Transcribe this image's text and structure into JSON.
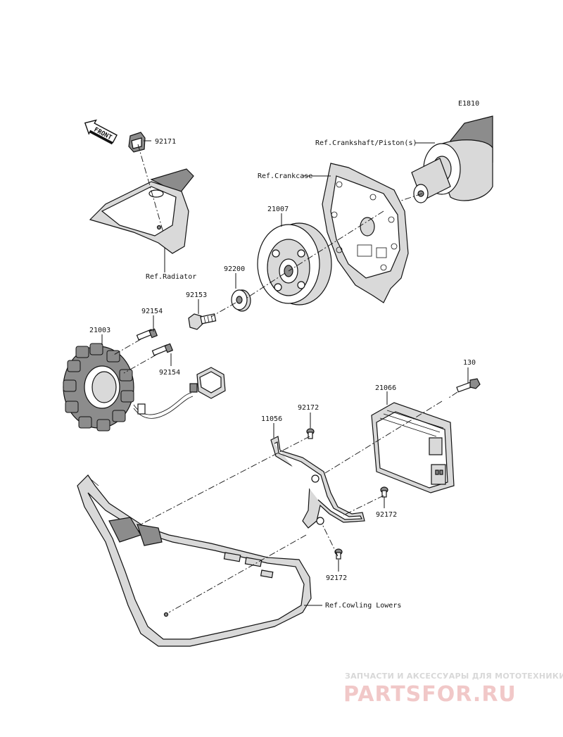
{
  "diagram_code": "E1810",
  "front_label": "FRONT",
  "parts": {
    "p92171": "92171",
    "p21007": "21007",
    "p92200": "92200",
    "p92153": "92153",
    "p92154a": "92154",
    "p92154b": "92154",
    "p21003": "21003",
    "p130": "130",
    "p21066": "21066",
    "p92172a": "92172",
    "p11056": "11056",
    "p92172b": "92172",
    "p92172c": "92172"
  },
  "refs": {
    "crankshaft": "Ref.Crankshaft/Piston(s)",
    "crankcase": "Ref.Crankcase",
    "radiator": "Ref.Radiator",
    "cowling": "Ref.Cowling Lowers"
  },
  "watermark": {
    "tagline": "ЗАПЧАСТИ И АКСЕССУАРЫ ДЛЯ МОТОТЕХНИКИ",
    "brand": "PARTSFOR.RU"
  }
}
